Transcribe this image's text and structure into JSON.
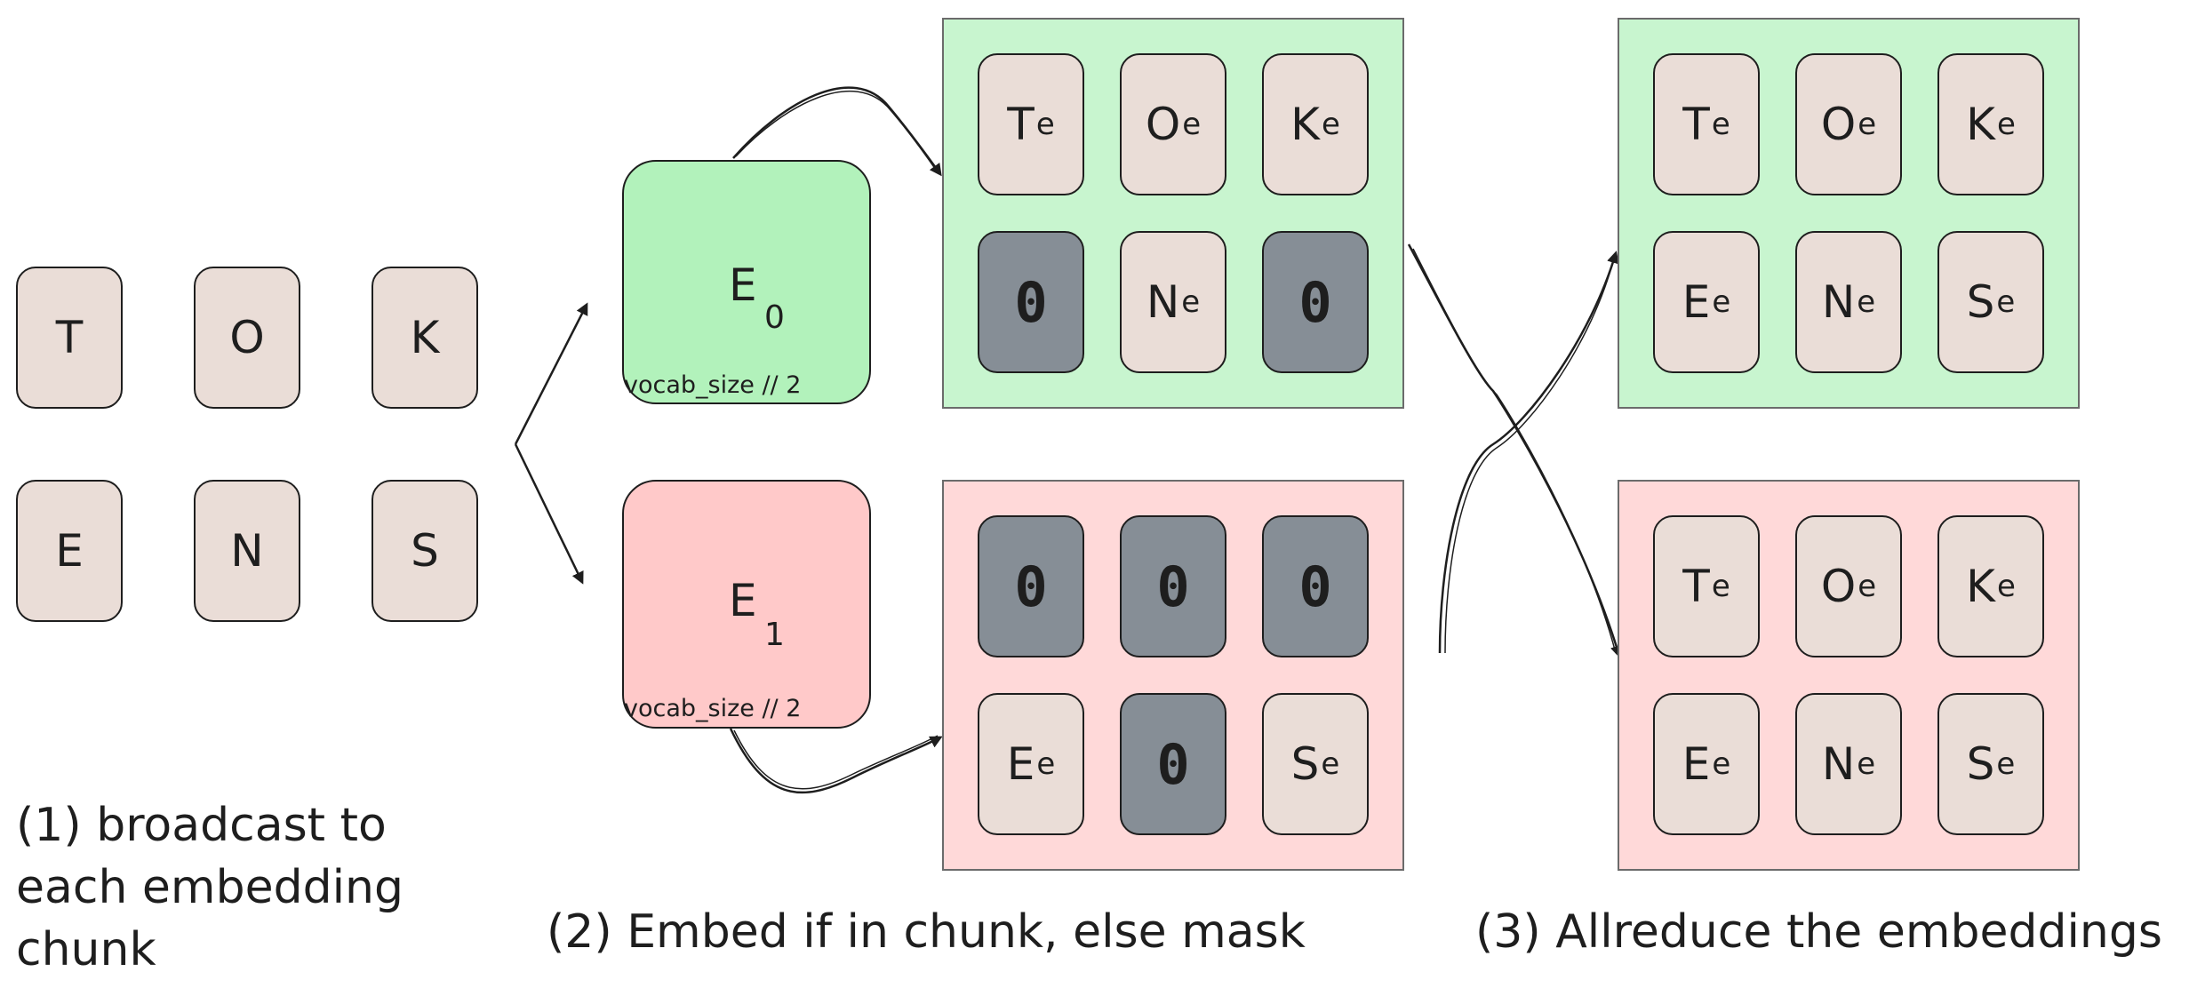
{
  "input_tokens": [
    "T",
    "O",
    "K",
    "E",
    "N",
    "S"
  ],
  "mask_symbol": "0",
  "embedding_subscript": "e",
  "chunks": [
    {
      "name": "E",
      "index": "0",
      "size_label": "vocab_size // 2",
      "color": "#b2f2bb",
      "output": [
        {
          "letter": "T",
          "masked": false
        },
        {
          "letter": "O",
          "masked": false
        },
        {
          "letter": "K",
          "masked": false
        },
        {
          "letter": "",
          "masked": true
        },
        {
          "letter": "N",
          "masked": false
        },
        {
          "letter": "",
          "masked": true
        }
      ]
    },
    {
      "name": "E",
      "index": "1",
      "size_label": "vocab_size // 2",
      "color": "#ffc9c9",
      "output": [
        {
          "letter": "",
          "masked": true
        },
        {
          "letter": "",
          "masked": true
        },
        {
          "letter": "",
          "masked": true
        },
        {
          "letter": "E",
          "masked": false
        },
        {
          "letter": "",
          "masked": true
        },
        {
          "letter": "S",
          "masked": false
        }
      ]
    }
  ],
  "reduced_outputs": [
    [
      "T",
      "O",
      "K",
      "E",
      "N",
      "S"
    ],
    [
      "T",
      "O",
      "K",
      "E",
      "N",
      "S"
    ]
  ],
  "captions": {
    "step1_line1": "(1) broadcast to",
    "step1_line2": "each embedding",
    "step1_line3": "chunk",
    "step2": "(2) Embed if in chunk, else mask",
    "step3": "(3) Allreduce the embeddings"
  }
}
